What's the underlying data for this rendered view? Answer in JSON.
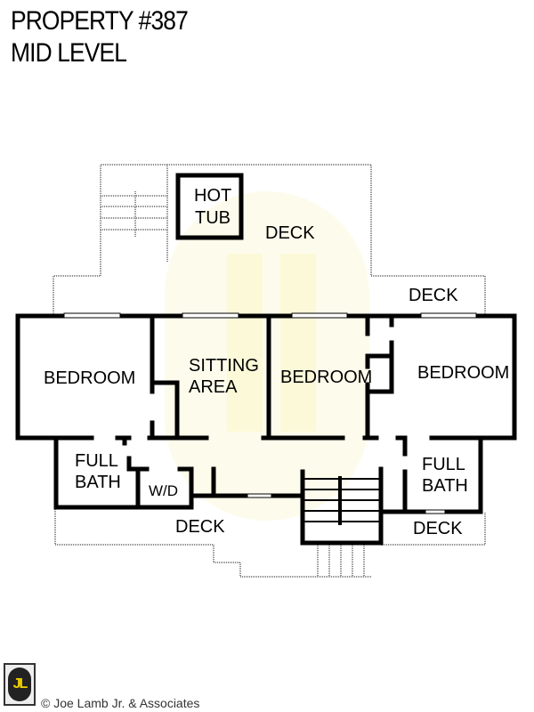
{
  "header": {
    "title": "PROPERTY #387",
    "subtitle": "MID LEVEL"
  },
  "rooms": {
    "hot_tub_line1": "HOT",
    "hot_tub_line2": "TUB",
    "deck_top": "DECK",
    "deck_right": "DECK",
    "bedroom_left": "BEDROOM",
    "sitting_line1": "SITTING",
    "sitting_line2": "AREA",
    "bedroom_middle": "BEDROOM",
    "bedroom_right": "BEDROOM",
    "full_bath_left_line1": "FULL",
    "full_bath_left_line2": "BATH",
    "wd": "W/D",
    "deck_bottom_left": "DECK",
    "full_bath_right_line1": "FULL",
    "full_bath_right_line2": "BATH",
    "deck_bottom_right": "DECK"
  },
  "footer": {
    "copyright": "© Joe Lamb Jr. & Associates",
    "logo_text": "JL"
  },
  "colors": {
    "wall": "#000000",
    "deck_outline": "#888888",
    "watermark": "#fdfbe6",
    "logo_yellow": "#f0d000"
  }
}
